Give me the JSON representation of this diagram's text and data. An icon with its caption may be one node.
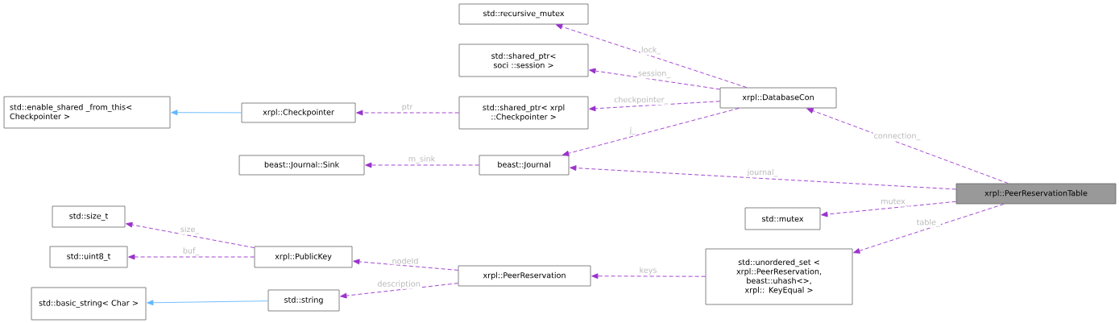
{
  "diagram": {
    "nodes": [
      {
        "text": [
          "std::enable_shared _from_this< Checkpointer >"
        ]
      },
      {
        "text": [
          "xrpl::Checkpointer"
        ]
      },
      {
        "text": [
          "std::recursive_mutex"
        ]
      },
      {
        "text": [
          "std::shared_ptr< soci ::session >"
        ]
      },
      {
        "text": [
          "std::shared_ptr< xrpl ::Checkpointer >"
        ]
      },
      {
        "text": [
          "beast::Journal::Sink"
        ]
      },
      {
        "text": [
          "beast::Journal"
        ]
      },
      {
        "text": [
          "xrpl::DatabaseCon"
        ]
      },
      {
        "text": [
          "xrpl::PeerReservationTable"
        ]
      },
      {
        "text": [
          "std::mutex"
        ]
      },
      {
        "text": [
          "std::unordered_set < xrpl::PeerReservation, beast::uhash<>, xrpl:: KeyEqual >"
        ]
      },
      {
        "text": [
          "std::size_t"
        ]
      },
      {
        "text": [
          "std::uint8_t"
        ]
      },
      {
        "text": [
          "std::basic_string< Char >"
        ]
      },
      {
        "text": [
          "xrpl::PublicKey"
        ]
      },
      {
        "text": [
          "std::string"
        ]
      },
      {
        "text": [
          "xrpl::PeerReservation"
        ]
      }
    ],
    "edges": [
      {
        "from": 1,
        "to": 0,
        "arrow": "to",
        "color": "#63b8ff"
      },
      {
        "from": 4,
        "to": 1,
        "arrow": "to",
        "label": "ptr",
        "style": "dashed"
      },
      {
        "from": 6,
        "to": 5,
        "arrow": "to",
        "label": "m_sink",
        "style": "dashed"
      },
      {
        "from": 7,
        "to": 2,
        "arrow": "to",
        "label": "lock_",
        "style": "dashed"
      },
      {
        "from": 7,
        "to": 3,
        "arrow": "to",
        "label": "session_",
        "style": "dashed"
      },
      {
        "from": 7,
        "to": 4,
        "arrow": "to",
        "label": "checkpointer_",
        "style": "dashed"
      },
      {
        "from": 7,
        "to": 6,
        "arrow": "to",
        "label": "j_",
        "style": "dashed"
      },
      {
        "from": 8,
        "to": 7,
        "arrow": "to",
        "label": "connection_",
        "style": "dashed"
      },
      {
        "from": 8,
        "to": 6,
        "arrow": "to",
        "label": "journal_",
        "style": "dashed"
      },
      {
        "from": 8,
        "to": 9,
        "arrow": "to",
        "label": "mutex_",
        "style": "dashed"
      },
      {
        "from": 8,
        "to": 10,
        "arrow": "to",
        "label": "table_",
        "style": "dashed"
      },
      {
        "from": 14,
        "to": 11,
        "arrow": "to",
        "label": "size_",
        "style": "dashed"
      },
      {
        "from": 14,
        "to": 12,
        "arrow": "to",
        "label": "buf_",
        "style": "dashed"
      },
      {
        "from": 16,
        "to": 14,
        "arrow": "to",
        "label": "nodeId",
        "style": "dashed"
      },
      {
        "from": 16,
        "to": 15,
        "arrow": "to",
        "label": "description",
        "style": "dashed"
      },
      {
        "from": 15,
        "to": 13,
        "arrow": "to",
        "color": "#63b8ff"
      },
      {
        "from": 10,
        "to": 16,
        "arrow": "to",
        "label": "keys",
        "style": "dashed"
      }
    ]
  }
}
